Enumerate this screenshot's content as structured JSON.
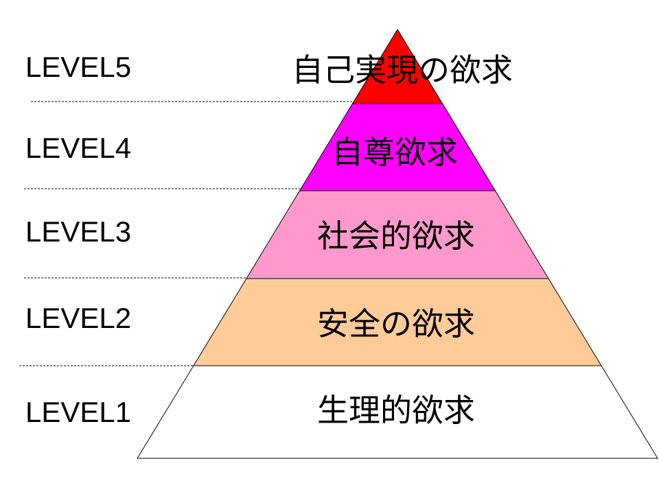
{
  "levels": [
    {
      "label": "LEVEL5",
      "need": "自己実現の欲求",
      "color": "#FF0000"
    },
    {
      "label": "LEVEL4",
      "need": "自尊欲求",
      "color": "#FF00FF"
    },
    {
      "label": "LEVEL3",
      "need": "社会的欲求",
      "color": "#FF99CC"
    },
    {
      "label": "LEVEL2",
      "need": "安全の欲求",
      "color": "#FFCC99"
    },
    {
      "label": "LEVEL1",
      "need": "生理的欲求",
      "color": "#FFFFFF"
    }
  ]
}
